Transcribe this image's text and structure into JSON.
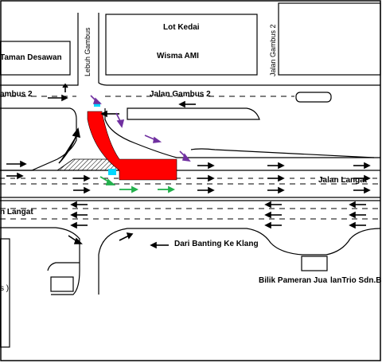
{
  "labels": {
    "lot_kedai": "Lot Kedai",
    "wisma_ami": "Wisma AMI",
    "taman_desawan": "Taman Desawan",
    "lebuh_gambus": "Lebuh Gambus",
    "jalan_gambus_2_vertical": "Jalan Gambus 2",
    "gambus_2_left": "ambus 2",
    "jalan_gambus_2": "Jalan Gambus 2",
    "jalan_langat": "Jalan Langat",
    "n_langat": "n Langat",
    "dari_banting": "Dari Banting Ke Klang",
    "bilik_pameran": "Bilik Pameran Jua",
    "lantrio": "lanTrio Sdn.B",
    "s_paren": "s )"
  },
  "colors": {
    "closure": "#ff0000",
    "hatch": "#000000",
    "arrow_black": "#000000",
    "arrow_purple": "#7030a0",
    "arrow_green": "#22b14c",
    "marker_cyan": "#00d8ff"
  }
}
